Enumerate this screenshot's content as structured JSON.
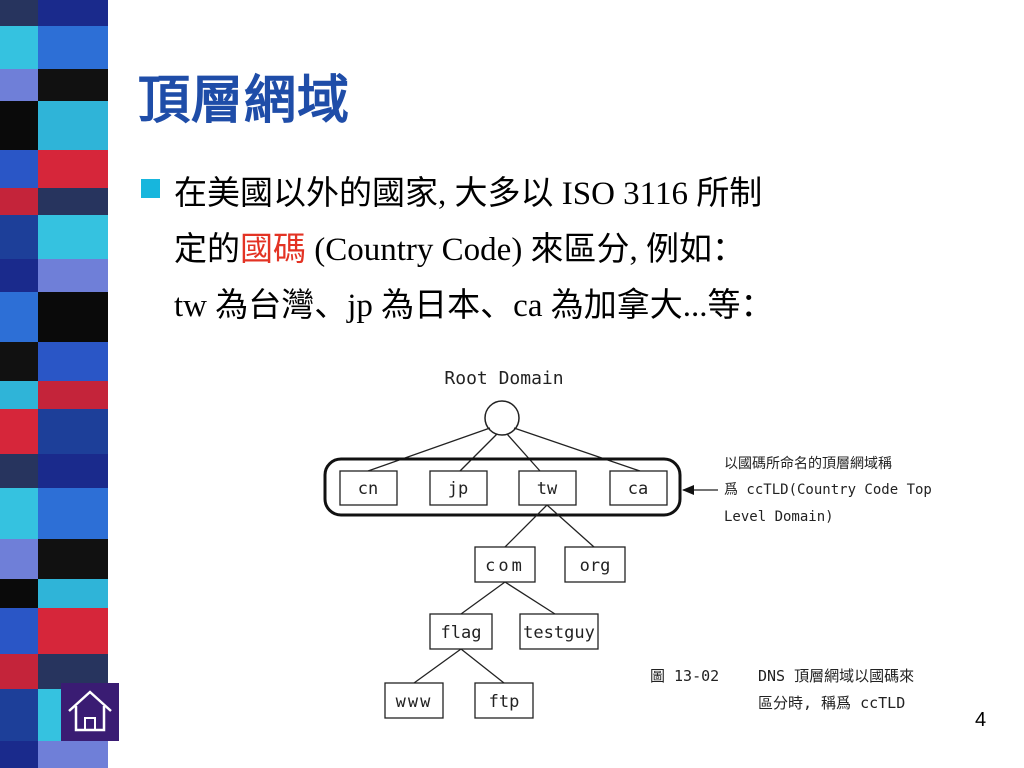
{
  "title": "頂層網域",
  "bullet": {
    "line1": "在美國以外的國家, 大多以 ISO 3116 所制",
    "line2_before": "定的",
    "line2_highlight": "國碼",
    "line2_after": " (Country Code) 來區分, 例如：",
    "line3": "tw 為台灣、jp 為日本、ca 為加拿大...等："
  },
  "colors": {
    "title": "#1f4da8",
    "highlight": "#e33324",
    "bullet": "#17b6dd",
    "home_button": "#3a1c73"
  },
  "diagram": {
    "root_label": "Root Domain",
    "tld_nodes": [
      "cn",
      "jp",
      "tw",
      "ca"
    ],
    "second_level": [
      "com",
      "org"
    ],
    "third_level": [
      "flag",
      "testguy"
    ],
    "fourth_level": [
      "www",
      "ftp"
    ],
    "annotation": {
      "line1": "以國碼所命名的頂層網域稱",
      "line2": "爲 ccTLD(Country Code Top",
      "line3": "Level Domain)"
    },
    "caption": {
      "figure": "圖 13-02",
      "line1": "DNS 頂層網域以國碼來",
      "line2": "區分時, 稱爲 ccTLD"
    }
  },
  "nav": {
    "home_icon": "home-icon"
  },
  "page_number": "4"
}
